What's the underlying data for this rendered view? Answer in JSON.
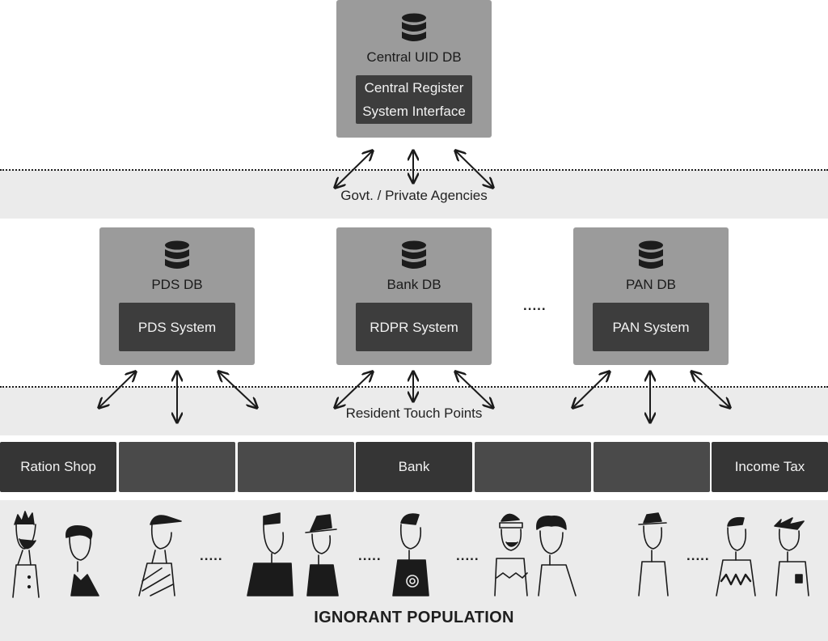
{
  "central": {
    "db_label": "Central UID DB",
    "system_line1": "Central Register",
    "system_line2": "System Interface"
  },
  "agencies_label": "Govt. / Private Agencies",
  "databases": [
    {
      "db_label": "PDS DB",
      "system": "PDS System"
    },
    {
      "db_label": "Bank DB",
      "system": "RDPR System"
    },
    {
      "db_label": "PAN DB",
      "system": "PAN System"
    }
  ],
  "db_ellipsis": ".....",
  "touch_points_label": "Resident Touch Points",
  "touch_points": [
    "Ration Shop",
    "",
    "",
    "Bank",
    "",
    "",
    "Income Tax"
  ],
  "population": {
    "ellipsis": ".....",
    "title": "IGNORANT POPULATION"
  },
  "colors": {
    "db_box": "#9b9b9b",
    "system_box": "#3d3d3d",
    "band": "#ebebeb"
  },
  "icons": [
    "database-icon"
  ]
}
